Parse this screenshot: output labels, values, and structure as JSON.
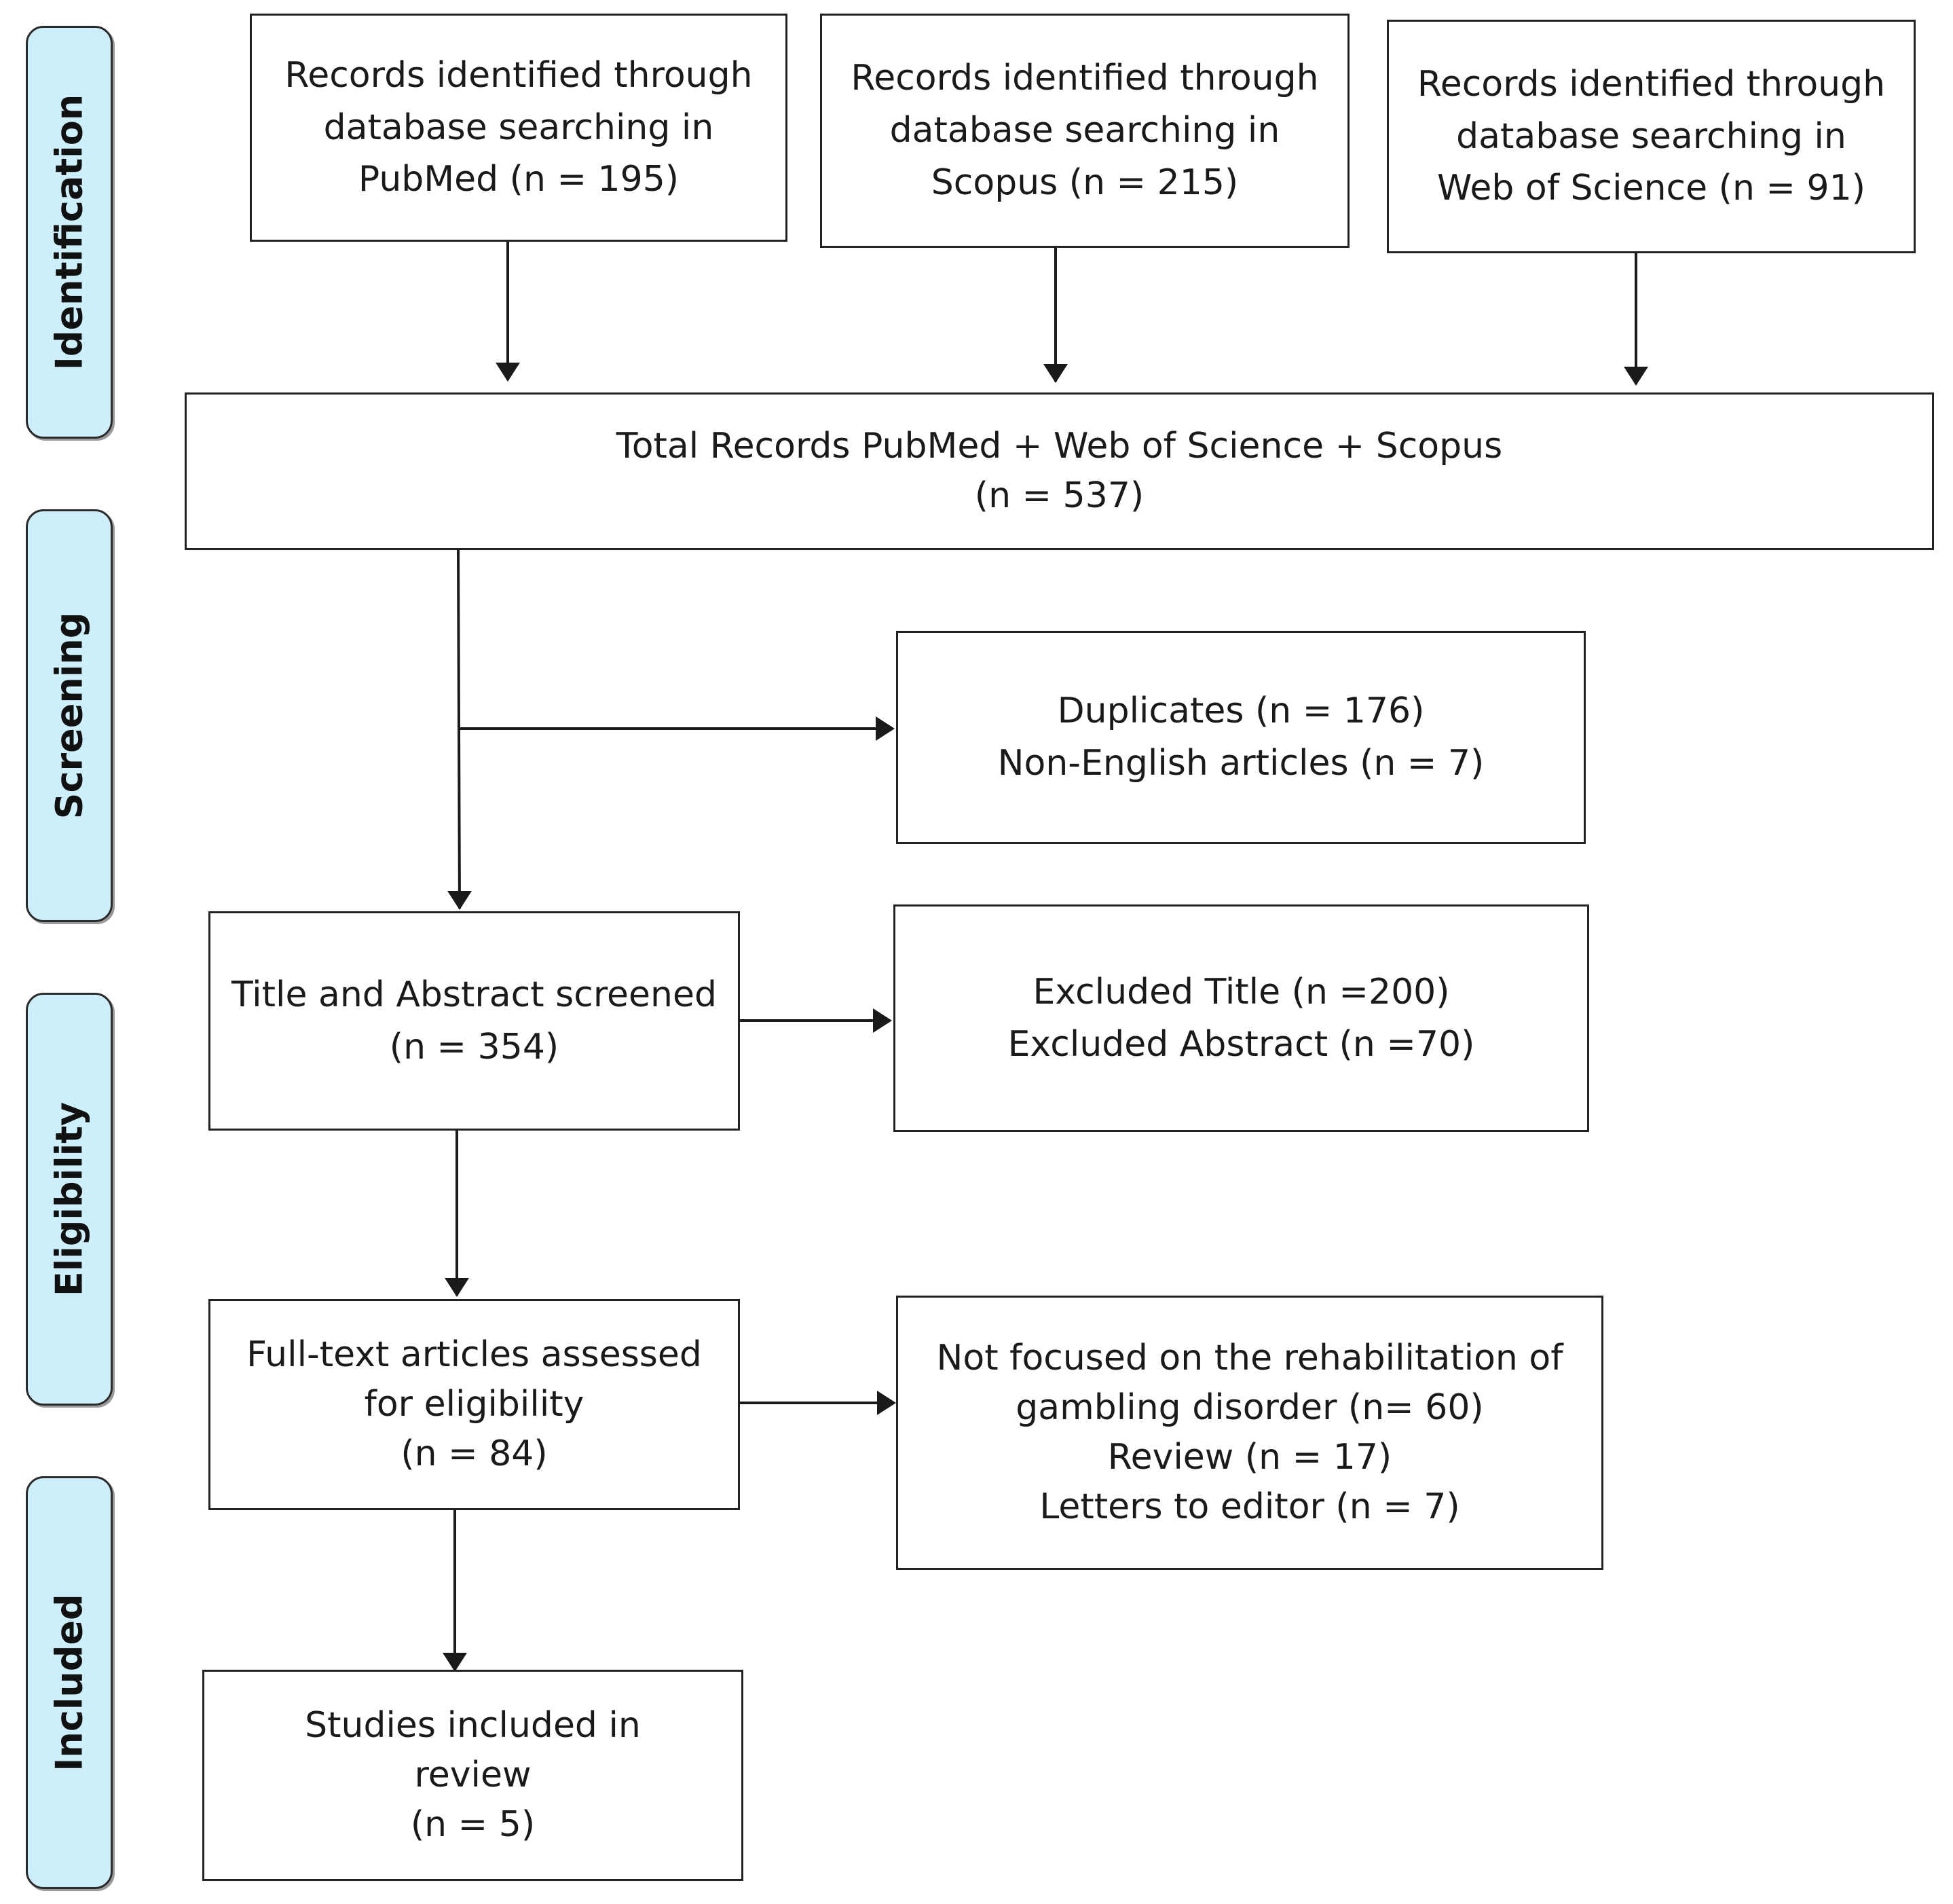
{
  "stages": {
    "identification": "Identification",
    "screening": "Screening",
    "eligibility": "Eligibility",
    "included": "Included"
  },
  "boxes": {
    "pubmed": "Records identified through\ndatabase searching in\nPubMed (n = 195)",
    "scopus": "Records identified through\ndatabase searching in\nScopus (n = 215)",
    "wos": "Records identified through\ndatabase searching in\nWeb of Science (n = 91)",
    "total": "Total Records PubMed + Web of Science + Scopus\n(n = 537)",
    "duplicates": "Duplicates (n = 176)\nNon-English articles (n = 7)",
    "title_abstract": "Title and Abstract screened\n(n = 354)",
    "excluded_title_abstract": "Excluded Title (n =200)\nExcluded Abstract (n =70)",
    "full_text": "Full-text articles assessed\nfor eligibility\n(n = 84)",
    "excluded_full_text": "Not focused on the rehabilitation of\ngambling disorder (n= 60)\nReview (n = 17)\nLetters to editor (n = 7)",
    "included": "Studies included in\nreview\n(n = 5)"
  }
}
